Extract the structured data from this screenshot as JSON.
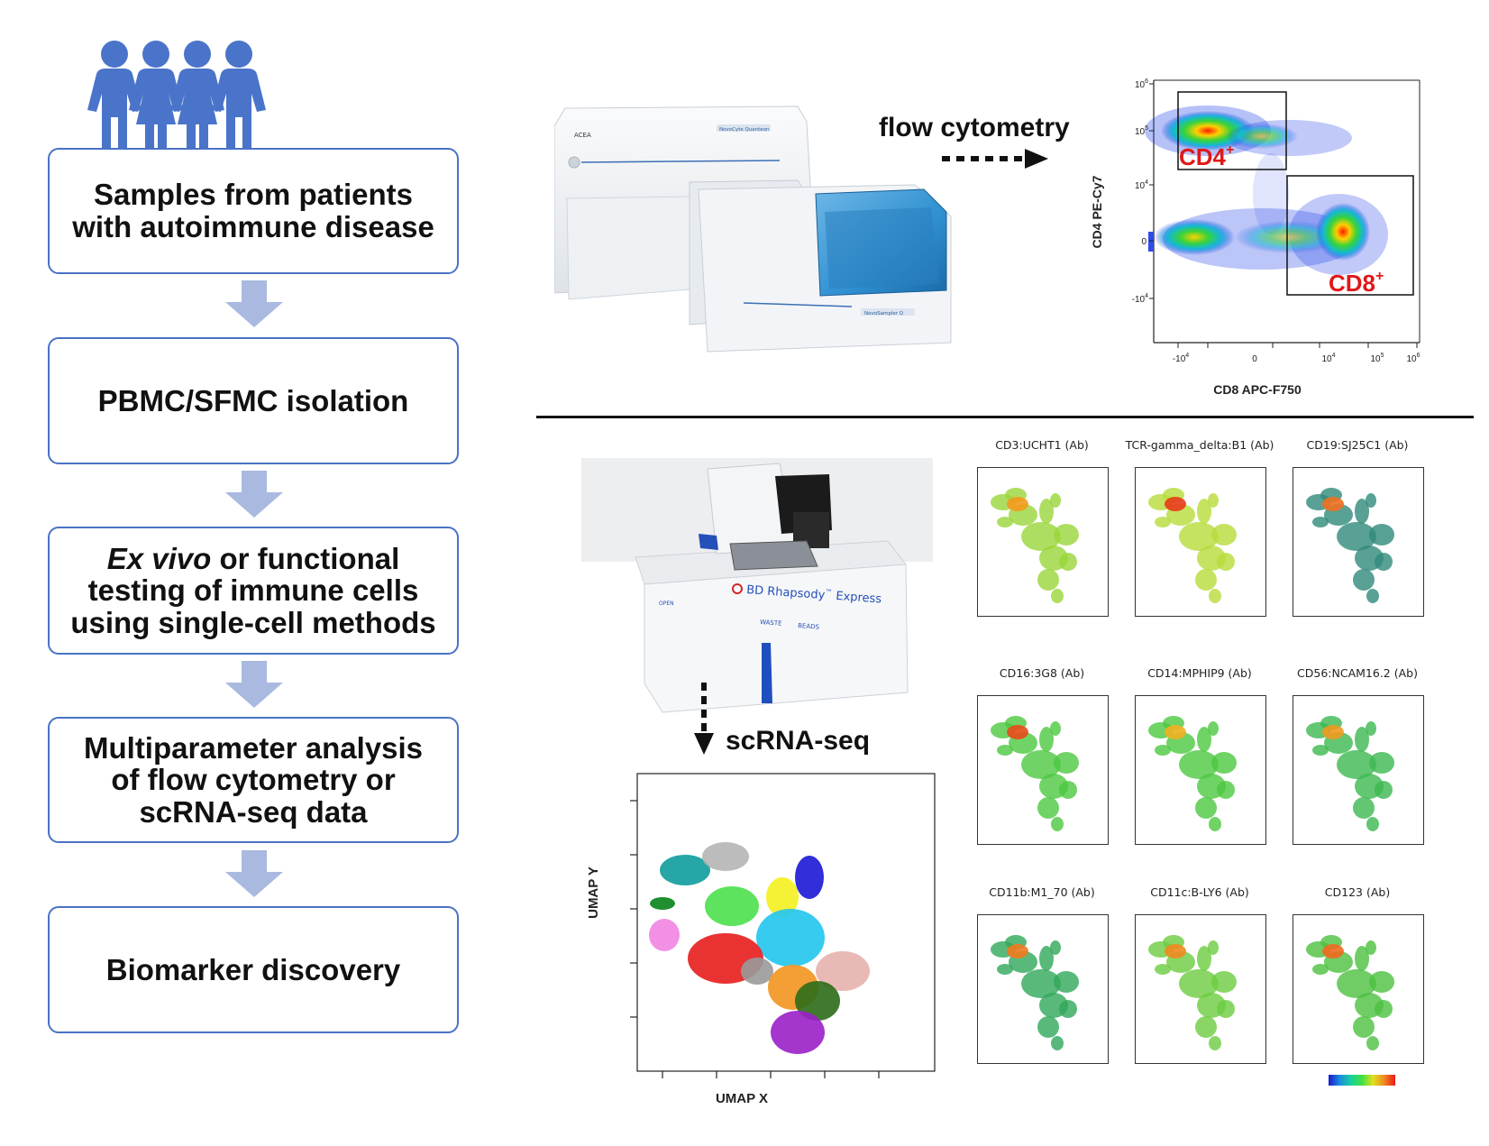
{
  "steps": [
    {
      "lines": [
        "Samples from patients",
        "with autoimmune disease"
      ]
    },
    {
      "lines": [
        "PBMC/SFMC isolation"
      ]
    },
    {
      "lines_rich": [
        {
          "italic": "Ex vivo",
          "rest": " or functional"
        }
      ],
      "lines": [
        "testing of immune cells",
        "using single-cell methods"
      ]
    },
    {
      "lines": [
        "Multiparameter analysis",
        "of flow cytometry or",
        "scRNA-seq data"
      ]
    },
    {
      "lines": [
        "Biomarker discovery"
      ]
    }
  ],
  "flow": {
    "label": "flow cytometry",
    "instrument_text": {
      "brand": "ACEA",
      "badge": "NovoCyte Quanteon",
      "sampler": "NovoSampler Q"
    },
    "plot": {
      "y_axis_label": "CD4 PE-Cy7",
      "x_axis_label": "CD8 APC-F750",
      "y_ticks": [
        {
          "base": "10",
          "exp": "6"
        },
        {
          "base": "10",
          "exp": "5"
        },
        {
          "base": "10",
          "exp": "4"
        },
        {
          "base": "0",
          "exp": ""
        },
        {
          "base": "-10",
          "exp": "4"
        }
      ],
      "x_ticks": [
        {
          "base": "-10",
          "exp": "4"
        },
        {
          "base": "0",
          "exp": ""
        },
        {
          "base": "10",
          "exp": "4"
        },
        {
          "base": "10",
          "exp": "5"
        },
        {
          "base": "10",
          "exp": "6"
        }
      ],
      "gate_cd4": {
        "base": "CD4",
        "sup": "+"
      },
      "gate_cd8": {
        "base": "CD8",
        "sup": "+"
      }
    }
  },
  "scrna": {
    "label": "scRNA-seq",
    "instrument_text": {
      "brand": "BD Rhapsody",
      "tm": "™",
      "model": " Express",
      "open": "OPEN",
      "waste": "WASTE",
      "beads": "BEADS"
    },
    "umap": {
      "x_label": "UMAP X",
      "y_label": "UMAP Y"
    },
    "panels": [
      {
        "title": "CD3:UCHT1 (Ab)"
      },
      {
        "title": "TCR-gamma_delta:B1 (Ab)"
      },
      {
        "title": "CD19:SJ25C1 (Ab)"
      },
      {
        "title": "CD16:3G8 (Ab)"
      },
      {
        "title": "CD14:MPHIP9 (Ab)"
      },
      {
        "title": "CD56:NCAM16.2 (Ab)"
      },
      {
        "title": "CD11b:M1_70 (Ab)"
      },
      {
        "title": "CD11c:B-LY6 (Ab)"
      },
      {
        "title": "CD123 (Ab)"
      }
    ]
  },
  "colors": {
    "box_border": "#4a72c4",
    "people": "#4a74c9",
    "arrow": "#a9b9df",
    "gate_label": "#e01818"
  }
}
